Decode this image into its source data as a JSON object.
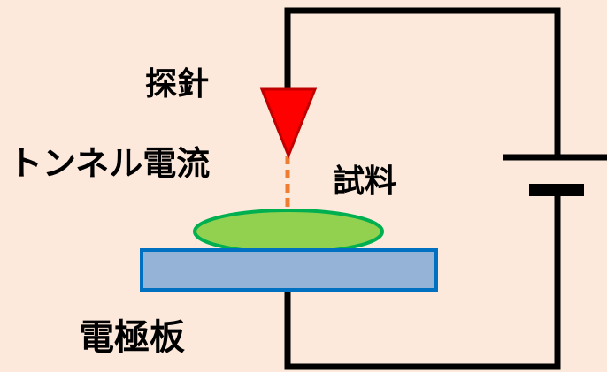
{
  "labels": {
    "probe": "探針",
    "tunnel_current": "トンネル電流",
    "sample": "試料",
    "electrode": "電極板"
  },
  "colors": {
    "background": "#fde9dc",
    "wire": "#000000",
    "probe_fill": "#ff0000",
    "probe_outline": "#c00000",
    "current_dash": "#ed7d31",
    "sample_fill": "#92d050",
    "sample_outline": "#00b050",
    "electrode_fill": "#95b3d7",
    "electrode_outline": "#0070c0"
  }
}
